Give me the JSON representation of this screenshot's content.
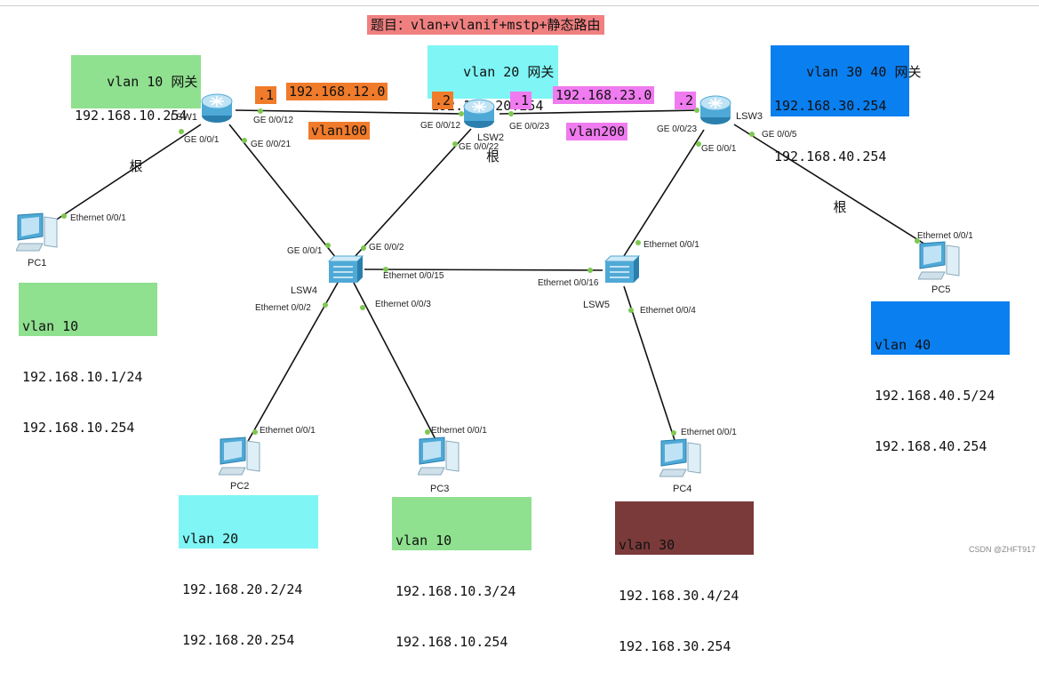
{
  "title": "题目：vlan+vlanif+mstp+静态路由",
  "colors": {
    "green": "#8fe08f",
    "cyan": "#7ff5f5",
    "blue": "#0a7ff0",
    "orange": "#f07b2a",
    "magenta": "#f07bf0",
    "maroon": "#7a3a3a",
    "title_bg": "#f08080",
    "link": "#111111",
    "port_dot": "#7ec850"
  },
  "devices": {
    "lsw1": "LSW1",
    "lsw2": "LSW2",
    "lsw3": "LSW3",
    "lsw4": "LSW4",
    "lsw5": "LSW5",
    "pc1": "PC1",
    "pc2": "PC2",
    "pc3": "PC3",
    "pc4": "PC4",
    "pc5": "PC5"
  },
  "ports": {
    "lsw1_g001": "GE 0/0/1",
    "lsw1_g0012": "GE 0/0/12",
    "lsw1_g0021": "GE 0/0/21",
    "lsw2_g0012": "GE 0/0/12",
    "lsw2_g0023": "GE 0/0/23",
    "lsw2_g0022": "GE 0/0/22",
    "lsw3_g0023": "GE 0/0/23",
    "lsw3_g001": "GE 0/0/1",
    "lsw3_g005": "GE 0/0/5",
    "lsw4_g001": "GE 0/0/1",
    "lsw4_g002": "GE 0/0/2",
    "lsw4_e0015": "Ethernet 0/0/15",
    "lsw4_e002": "Ethernet 0/0/2",
    "lsw4_e003": "Ethernet 0/0/3",
    "lsw5_e0016": "Ethernet 0/0/16",
    "lsw5_e001": "Ethernet 0/0/1",
    "lsw5_e004": "Ethernet 0/0/4",
    "pc1_e001": "Ethernet 0/0/1",
    "pc2_e001": "Ethernet 0/0/1",
    "pc3_e001": "Ethernet 0/0/1",
    "pc4_e001": "Ethernet 0/0/1",
    "pc5_e001": "Ethernet 0/0/1"
  },
  "gateways": {
    "lsw1": {
      "line1": "vlan 10 网关",
      "line2": "192.168.10.254",
      "line3": "根"
    },
    "lsw2": {
      "line1": "vlan 20 网关",
      "line2": "192.168.20.254",
      "line3": "根"
    },
    "lsw3": {
      "line1": "vlan 30 40 网关",
      "line2": "192.168.30.254",
      "line3": "192.168.40.254",
      "line4": "根"
    }
  },
  "links": {
    "net12": "192.168.12.0",
    "dot1_a": ".1",
    "dot2_a": ".2",
    "vlan100": "vlan100",
    "net23": "192.168.23.0",
    "dot1_b": ".1",
    "dot2_b": ".2",
    "vlan200": "vlan200"
  },
  "hosts": {
    "pc1": {
      "vlan": "vlan 10",
      "ip": "192.168.10.1/24",
      "gw": "192.168.10.254"
    },
    "pc2": {
      "vlan": "vlan 20",
      "ip": "192.168.20.2/24",
      "gw": "192.168.20.254"
    },
    "pc3": {
      "vlan": "vlan 10",
      "ip": "192.168.10.3/24",
      "gw": "192.168.10.254"
    },
    "pc4": {
      "vlan": "vlan 30",
      "ip": "192.168.30.4/24",
      "gw": "192.168.30.254"
    },
    "pc5": {
      "vlan": "vlan 40",
      "ip": "192.168.40.5/24",
      "gw": "192.168.40.254"
    }
  },
  "watermark": "CSDN @ZHFT917"
}
